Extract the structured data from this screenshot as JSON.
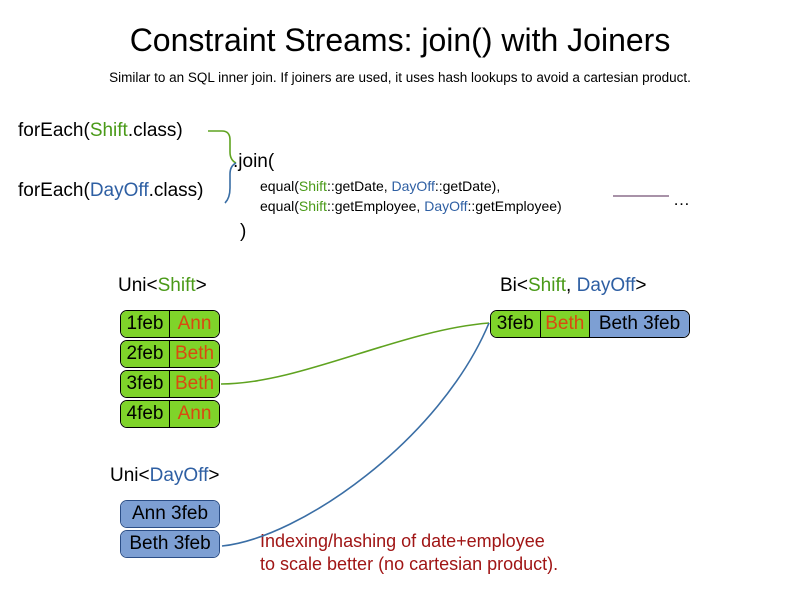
{
  "title": "Constraint Streams: join() with Joiners",
  "subtitle": "Similar to an SQL inner join. If joiners are used, it uses hash lookups to avoid a cartesian product.",
  "code": {
    "foreach_shift_prefix": "forEach(",
    "foreach_shift_type": "Shift",
    "foreach_shift_suffix": ".class)",
    "foreach_dayoff_prefix": "forEach(",
    "foreach_dayoff_type": "DayOff",
    "foreach_dayoff_suffix": ".class)",
    "join_open": ".join(",
    "join_close": ")",
    "equal_date": {
      "prefix": "equal(",
      "left_type": "Shift",
      "left_method": "::getDate, ",
      "right_type": "DayOff",
      "right_method": "::getDate),"
    },
    "equal_employee": {
      "prefix": "equal(",
      "left_type": "Shift",
      "left_method": "::getEmployee, ",
      "right_type": "DayOff",
      "right_method": "::getEmployee)"
    },
    "ellipsis": "…"
  },
  "streams": {
    "uni_shift": {
      "label_prefix": "Uni<",
      "label_type": "Shift",
      "label_suffix": ">",
      "rows": [
        {
          "date": "1feb",
          "name": "Ann"
        },
        {
          "date": "2feb",
          "name": "Beth"
        },
        {
          "date": "3feb",
          "name": "Beth"
        },
        {
          "date": "4feb",
          "name": "Ann"
        }
      ]
    },
    "uni_dayoff": {
      "label_prefix": "Uni<",
      "label_type": "DayOff",
      "label_suffix": ">",
      "rows": [
        {
          "pair": "Ann 3feb"
        },
        {
          "pair": "Beth 3feb"
        }
      ]
    },
    "bi": {
      "label_prefix": "Bi<",
      "label_type_a": "Shift",
      "label_separator": ", ",
      "label_type_b": "DayOff",
      "label_suffix": ">",
      "row": {
        "date": "3feb",
        "name": "Beth",
        "pair": "Beth 3feb"
      }
    }
  },
  "annotation": {
    "line1": "Indexing/hashing of date+employee",
    "line2": "to scale better (no cartesian product)."
  },
  "colors": {
    "shift_green": "#4A9A18",
    "dayoff_blue": "#2E5FA3",
    "box_green": "#7FD42A",
    "box_blue": "#7D9FD3",
    "name_orange": "#D94A10",
    "annotation_red": "#A01515",
    "connector_green": "#5FA320",
    "connector_blue": "#3A6EA5",
    "rule_purple": "#8B6F8B"
  }
}
